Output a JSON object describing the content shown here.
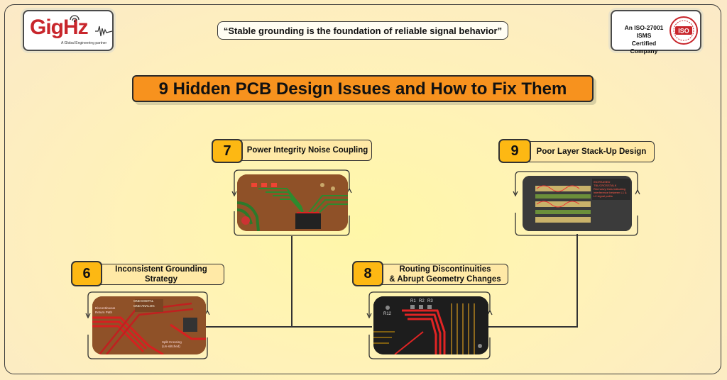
{
  "logo": {
    "brand": "GigHz",
    "tagline": "A Global Engineering partner"
  },
  "quote": "“Stable grounding is the foundation of reliable signal behavior”",
  "iso": {
    "line1": "An ISO-27001 ISMS",
    "line2": "Certified Company",
    "seal": "ISO"
  },
  "title": "9 Hidden PCB Design Issues and How to Fix Them",
  "issues": [
    {
      "number": "7",
      "label": "Power Integrity Noise Coupling"
    },
    {
      "number": "9",
      "label": "Poor Layer Stack-Up Design"
    },
    {
      "number": "6",
      "label_line1": "Inconsistent Grounding",
      "label_line2": "Strategy"
    },
    {
      "number": "8",
      "label_line1": "Routing Discontinuities",
      "label_line2": "& Abrupt Geometry Changes"
    }
  ],
  "image_texts": {
    "ground_1": "GND DIGITAL",
    "ground_2": "GND ANALOG",
    "ground_3": "Discontinuous",
    "ground_4": "Return Path",
    "ground_5": "Split Crossing",
    "ground_6": "(Un-stitched)",
    "routing_1": "R12",
    "routing_2": "R1",
    "routing_3": "R2",
    "routing_4": "R3",
    "stack_1": "INCREASED TBL/CROSSTALK",
    "stack_2": "Red wavy lines indicating",
    "stack_3": "interference between L1 &",
    "stack_4": "L2 signal paths"
  },
  "colors": {
    "accent": "#f7921e",
    "badge": "#fdb813",
    "label_fill": "#ffe9a6",
    "brand_red": "#c8262c"
  }
}
